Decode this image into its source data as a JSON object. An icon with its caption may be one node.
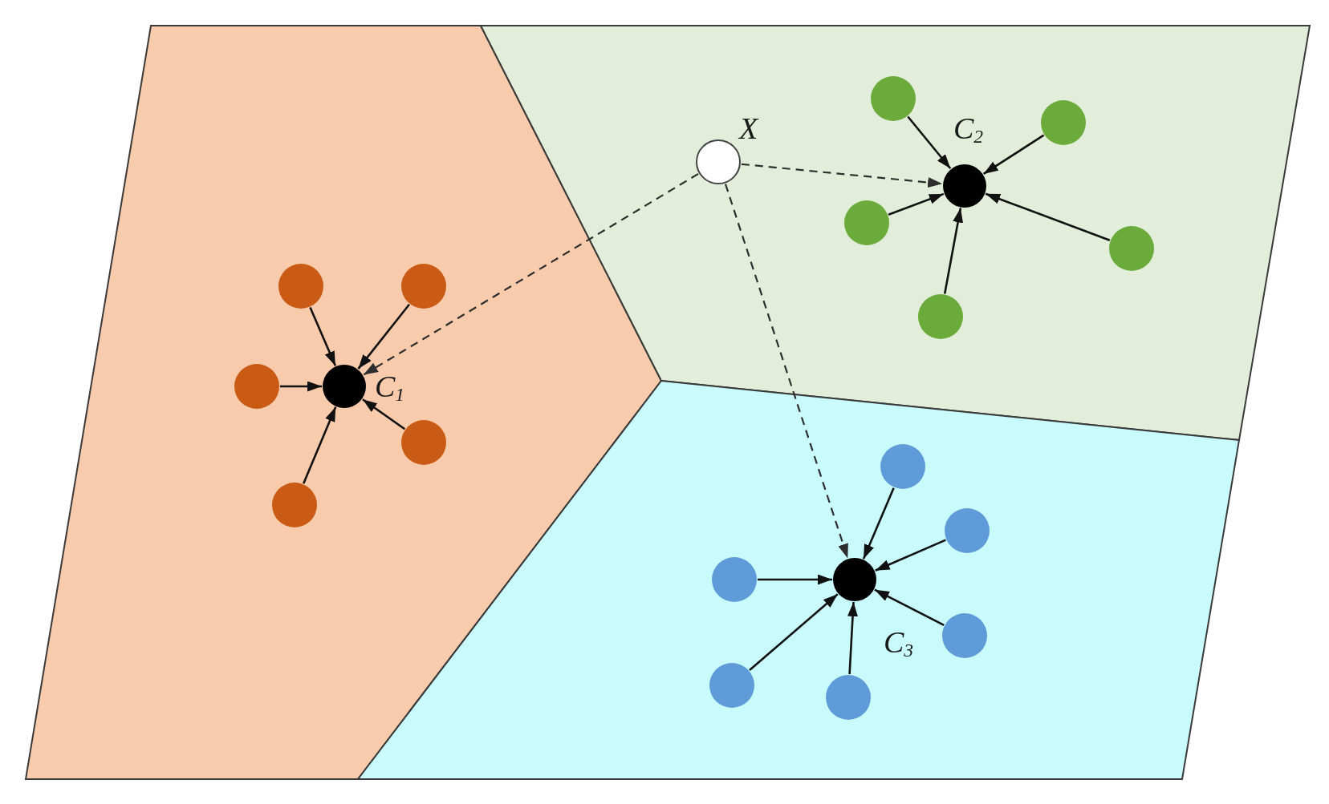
{
  "diagram": {
    "nodes": [
      {
        "text": [],
        "shape": "polygon"
      },
      {
        "text": [],
        "shape": "circle",
        "beside": [
          "C$_{1}$"
        ],
        "in": 0
      },
      {
        "text": [],
        "shape": "circle",
        "in": 0
      },
      {
        "text": [],
        "shape": "circle",
        "in": 0
      },
      {
        "text": [],
        "shape": "circle",
        "in": 0
      },
      {
        "text": [],
        "shape": "circle",
        "in": 0
      },
      {
        "text": [],
        "shape": "circle",
        "in": 0
      },
      {
        "text": [],
        "shape": "polygon"
      },
      {
        "text": [],
        "shape": "circle",
        "beside": [
          "X"
        ],
        "in": 7
      },
      {
        "text": [],
        "shape": "circle",
        "beside": [
          "C$_{2}$"
        ],
        "in": 7
      },
      {
        "text": [],
        "shape": "circle",
        "in": 7
      },
      {
        "text": [],
        "shape": "circle",
        "in": 7
      },
      {
        "text": [],
        "shape": "circle",
        "in": 7
      },
      {
        "text": [],
        "shape": "circle",
        "in": 7
      },
      {
        "text": [],
        "shape": "circle",
        "in": 7
      },
      {
        "text": [],
        "shape": "polygon"
      },
      {
        "text": [],
        "shape": "circle",
        "beside": [
          "C$_{3}$"
        ],
        "in": 15
      },
      {
        "text": [],
        "shape": "circle",
        "in": 15
      },
      {
        "text": [],
        "shape": "circle",
        "in": 15
      },
      {
        "text": [],
        "shape": "circle",
        "in": 15
      },
      {
        "text": [],
        "shape": "circle",
        "in": 15
      },
      {
        "text": [],
        "shape": "circle",
        "in": 15
      },
      {
        "text": [],
        "shape": "circle",
        "in": 15
      }
    ],
    "edges": [
      {
        "from": 2,
        "to": 1,
        "arrow": "to"
      },
      {
        "from": 3,
        "to": 1,
        "arrow": "to"
      },
      {
        "from": 4,
        "to": 1,
        "arrow": "to"
      },
      {
        "from": 5,
        "to": 1,
        "arrow": "to"
      },
      {
        "from": 6,
        "to": 1,
        "arrow": "to"
      },
      {
        "from": 10,
        "to": 9,
        "arrow": "to"
      },
      {
        "from": 11,
        "to": 9,
        "arrow": "to"
      },
      {
        "from": 12,
        "to": 9,
        "arrow": "to"
      },
      {
        "from": 13,
        "to": 9,
        "arrow": "to"
      },
      {
        "from": 14,
        "to": 9,
        "arrow": "to"
      },
      {
        "from": 17,
        "to": 16,
        "arrow": "to"
      },
      {
        "from": 18,
        "to": 16,
        "arrow": "to"
      },
      {
        "from": 19,
        "to": 16,
        "arrow": "to"
      },
      {
        "from": 20,
        "to": 16,
        "arrow": "to"
      },
      {
        "from": 21,
        "to": 16,
        "arrow": "to"
      },
      {
        "from": 22,
        "to": 16,
        "arrow": "to"
      },
      {
        "from": 8,
        "to": 1,
        "arrow": "to",
        "style": "dashed"
      },
      {
        "from": 8,
        "to": 9,
        "arrow": "to",
        "style": "dashed"
      },
      {
        "from": 8,
        "to": 16,
        "arrow": "to",
        "style": "dashed"
      }
    ]
  }
}
